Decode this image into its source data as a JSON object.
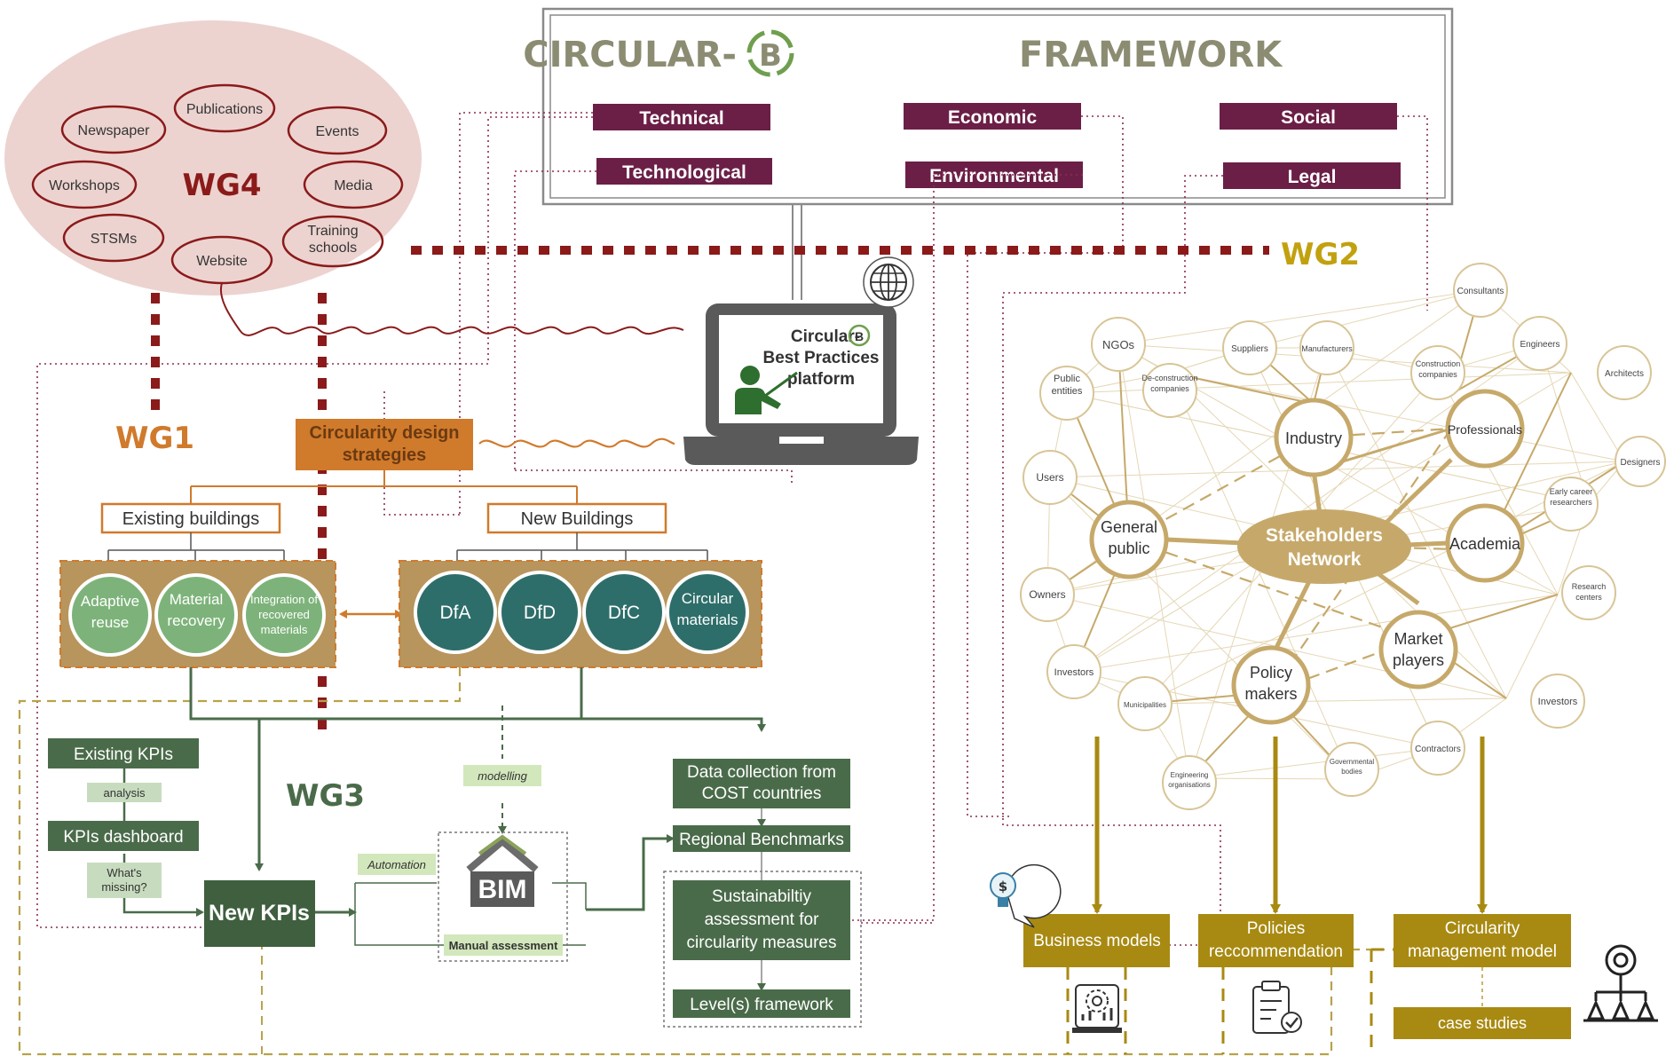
{
  "framework": {
    "title_left": "CIRCULAR-",
    "logo_letter": "B",
    "title_right": "FRAMEWORK",
    "dimensions": [
      "Technical",
      "Economic",
      "Social",
      "Technological",
      "Environmental",
      "Legal"
    ]
  },
  "wg4": {
    "label": "WG4",
    "items": [
      "Publications",
      "Newspaper",
      "Events",
      "Workshops",
      "Media",
      "STSMs",
      "Training schools",
      "Website"
    ]
  },
  "labels": {
    "wg1": "WG1",
    "wg2": "WG2",
    "wg3": "WG3"
  },
  "platform": {
    "line1": "Circular-",
    "logo_letter": "B",
    "line2": "Best Practices",
    "line3": "platform"
  },
  "design": {
    "strategies": "Circularity design strategies",
    "existing": "Existing buildings",
    "new": "New Buildings",
    "existing_items": [
      "Adaptive reuse",
      "Material recovery",
      "Integration of recovered materials"
    ],
    "new_items": [
      "DfA",
      "DfD",
      "DfC",
      "Circular materials"
    ]
  },
  "kpi": {
    "existing": "Existing KPIs",
    "analysis": "analysis",
    "dashboard": "KPIs dashboard",
    "missing": "What's missing?",
    "new": "New KPIs",
    "modelling": "modelling",
    "automation": "Automation",
    "bim": "BIM",
    "manual": "Manual assessment",
    "data_collection": "Data collection from COST countries",
    "benchmarks": "Regional Benchmarks",
    "sustainability": "Sustainabiltiy assessment for circularity measures",
    "levels": "Level(s) framework"
  },
  "network": {
    "center": "Stakeholders Network",
    "hubs": [
      "Industry",
      "Professionals",
      "Academia",
      "Market players",
      "Policy makers",
      "General public"
    ],
    "nodes": [
      "Consultants",
      "NGOs",
      "Suppliers",
      "Manufacturers",
      "Engineers",
      "Construction companies",
      "Public entities",
      "De-construction companies",
      "Architects",
      "Users",
      "Designers",
      "Early career researchers",
      "Owners",
      "Research centers",
      "Investors",
      "Municipalities",
      "Investors",
      "Contractors",
      "Engineering organisations",
      "Governmental bodies"
    ]
  },
  "outputs": {
    "business": "Business models",
    "policies": "Policies reccommendation",
    "management": "Circularity management model",
    "cases": "case studies"
  },
  "icons": [
    "globe-icon",
    "presenter-icon",
    "lightbulb-dollar-icon",
    "gear-chart-icon",
    "clipboard-check-icon",
    "org-chart-icon",
    "house-icon",
    "recycle-logo-icon"
  ],
  "colors": {
    "maroon": "#6b1f46",
    "wg_red": "#8b1a1a",
    "wg4_fill": "#ecd3d0",
    "orange": "#d07a2c",
    "light_green": "#7db37a",
    "teal": "#2e6e6a",
    "dark_green": "#4a6b4a",
    "khaki_panel": "#b8955c",
    "gold": "#a88a12",
    "net_gold": "#c6a96a",
    "wg2_gold": "#c2a10f",
    "pale_green": "#d3e7bc"
  }
}
